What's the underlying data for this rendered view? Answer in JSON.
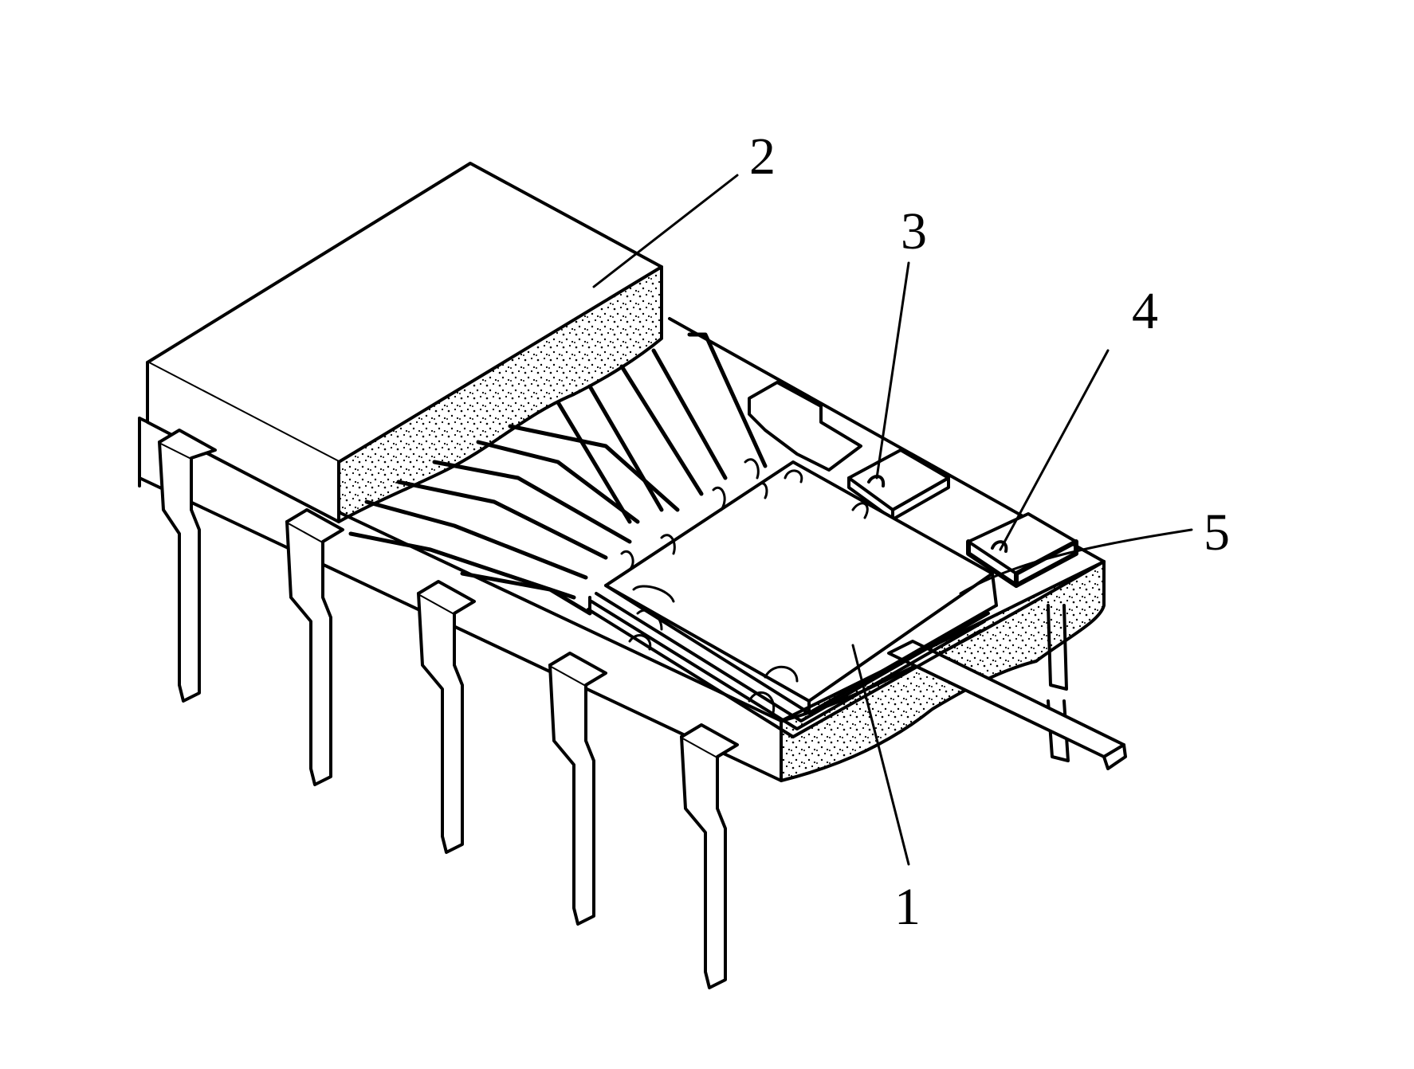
{
  "figure": {
    "ink_color": "#000000",
    "paper_color": "#ffffff",
    "labels": [
      {
        "id": "chip",
        "text": "1"
      },
      {
        "id": "encapsulation",
        "text": "2"
      },
      {
        "id": "lead-frame-pad",
        "text": "3"
      },
      {
        "id": "pad-component",
        "text": "4"
      },
      {
        "id": "bottom-lead",
        "text": "5"
      }
    ]
  }
}
